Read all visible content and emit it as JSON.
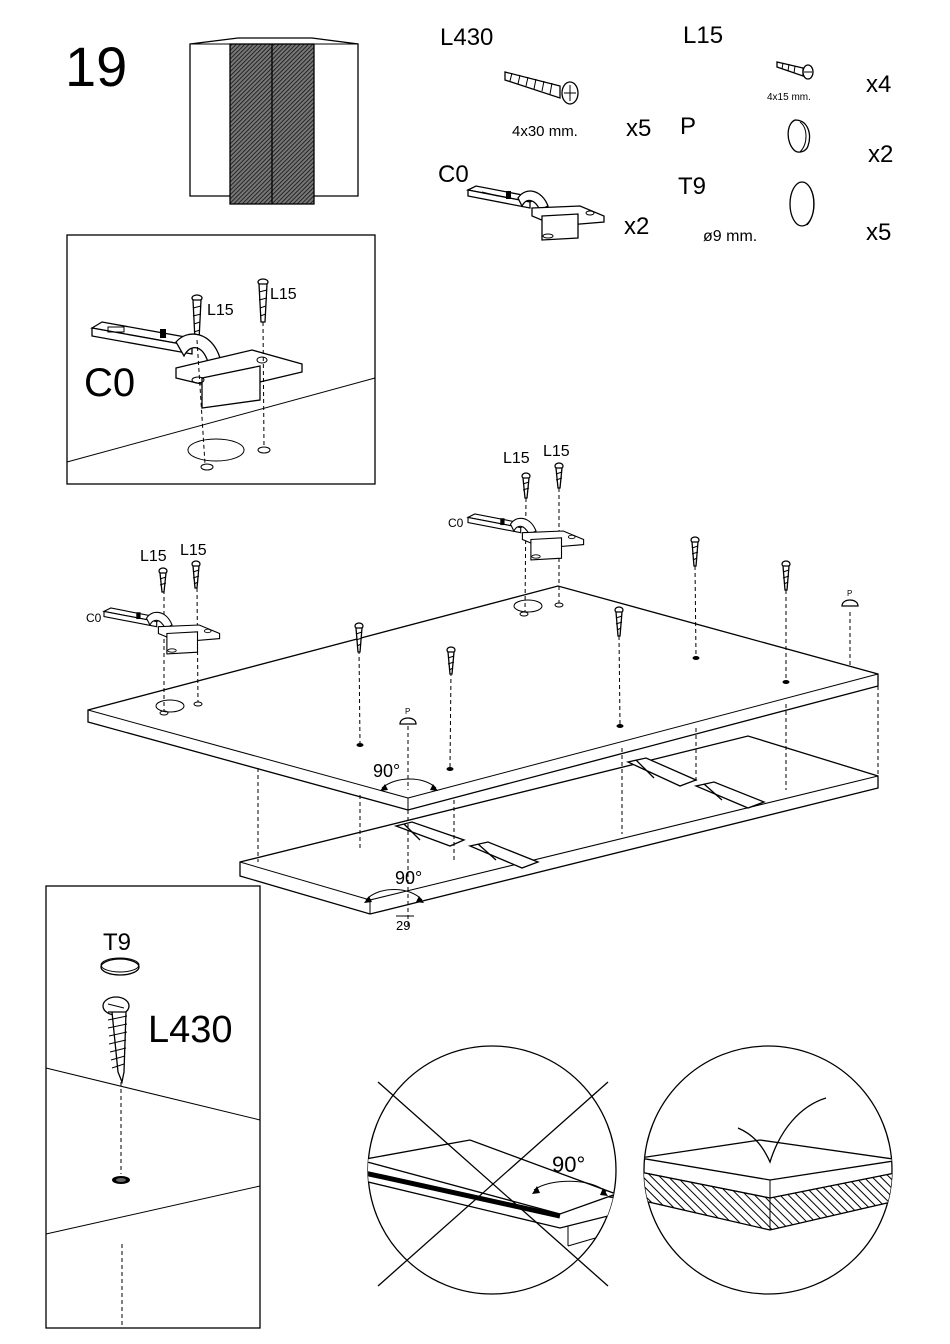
{
  "step": {
    "number": "19"
  },
  "parts": {
    "l430": {
      "code": "L430",
      "size": "4x30 mm.",
      "qty": "x5"
    },
    "l15": {
      "code": "L15",
      "size": "4x15 mm.",
      "qty": "x4"
    },
    "p": {
      "code": "P",
      "qty": "x2"
    },
    "c0": {
      "code": "C0",
      "qty": "x2"
    },
    "t9": {
      "code": "T9",
      "size": "ø9 mm.",
      "qty": "x5"
    }
  },
  "detail_hinge": {
    "part": "C0",
    "screw_a": "L15",
    "screw_b": "L15"
  },
  "main": {
    "left_hinge": {
      "part": "C0",
      "screw_a": "L15",
      "screw_b": "L15"
    },
    "right_hinge": {
      "part": "C0",
      "screw_a": "L15",
      "screw_b": "L15"
    },
    "cap_front": "P",
    "cap_back": "P",
    "angle_top": "90°",
    "angle_bottom": "90°",
    "dimension": "29"
  },
  "detail_screw": {
    "cap": "T9",
    "screw": "L430"
  },
  "circle_wrong": {
    "angle": "90°"
  }
}
